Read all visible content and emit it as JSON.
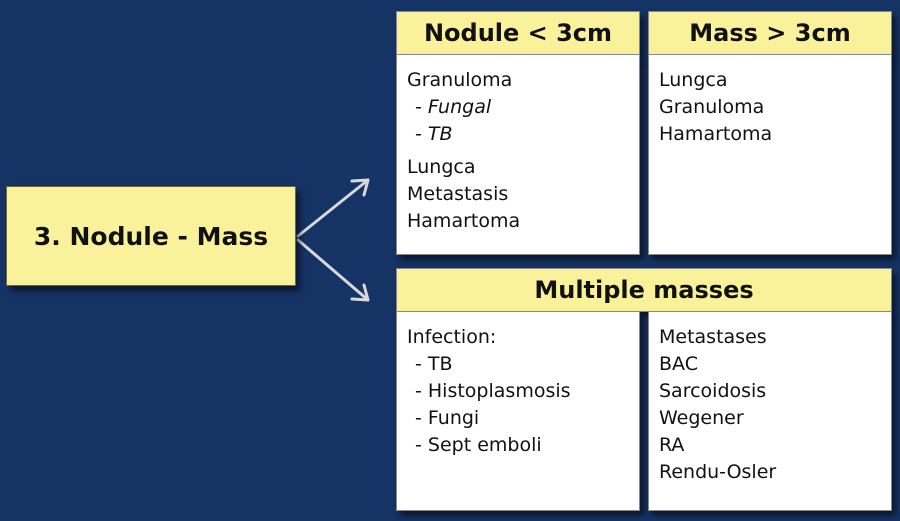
{
  "main_box": {
    "label": "3. Nodule - Mass"
  },
  "nodule": {
    "header": "Nodule < 3cm",
    "granuloma": "Granuloma",
    "granuloma_subs": [
      "- Fungal",
      "- TB"
    ],
    "items": [
      "Lungca",
      "Metastasis",
      "Hamartoma"
    ]
  },
  "mass": {
    "header": "Mass > 3cm",
    "items": [
      "Lungca",
      "Granuloma",
      "Hamartoma"
    ]
  },
  "multiple": {
    "header": "Multiple masses",
    "infection_title": "Infection:",
    "infection_items": [
      "- TB",
      "- Histoplasmosis",
      "- Fungi",
      "- Sept emboli"
    ],
    "right_items": [
      "Metastases",
      "BAC",
      "Sarcoidosis",
      "Wegener",
      "RA",
      "Rendu-Osler"
    ]
  },
  "colors": {
    "background": "#163366",
    "box_fill": "#f9f29b",
    "panel_fill": "#ffffff"
  }
}
